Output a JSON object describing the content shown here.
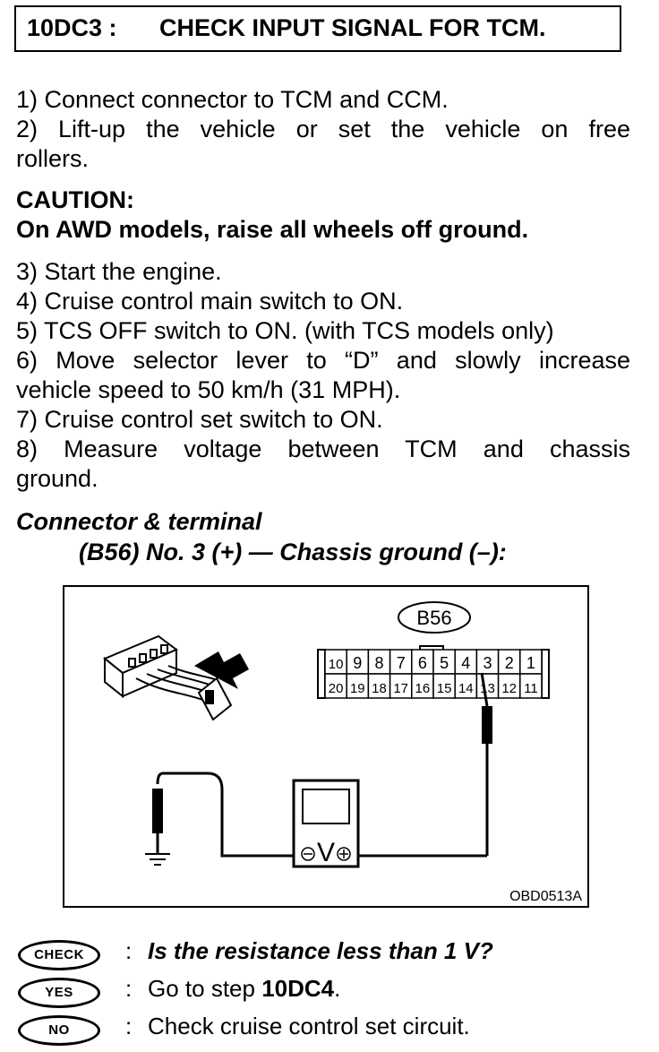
{
  "header": {
    "code": "10DC3 :",
    "title": "CHECK INPUT SIGNAL FOR TCM."
  },
  "steps": {
    "s1": "1)  Connect connector to TCM and CCM.",
    "s2a": "2)  Lift-up the vehicle or set the vehicle on free",
    "s2b": "rollers.",
    "s3": "3)  Start the engine.",
    "s4": "4)  Cruise control main switch to ON.",
    "s5": "5)  TCS OFF switch to ON. (with TCS models only)",
    "s6a": "6)  Move selector lever to “D” and slowly increase",
    "s6b": "vehicle speed to 50 km/h (31 MPH).",
    "s7": "7)  Cruise control set switch to ON.",
    "s8a": "8)  Measure voltage between TCM and chassis",
    "s8b": "ground."
  },
  "caution": {
    "label": "CAUTION:",
    "text": "On AWD models, raise all wheels off ground."
  },
  "connector": {
    "title": "Connector & terminal",
    "spec": "(B56) No. 3 (+) — Chassis ground (–):"
  },
  "diagram": {
    "connector_label": "B56",
    "top_row": [
      "10",
      "9",
      "8",
      "7",
      "6",
      "5",
      "4",
      "3",
      "2",
      "1"
    ],
    "bottom_row": [
      "20",
      "19",
      "18",
      "17",
      "16",
      "15",
      "14",
      "13",
      "12",
      "11"
    ],
    "meter_symbol": "V",
    "figure_code": "OBD0513A"
  },
  "results": {
    "check_badge": "CHECK",
    "check_text": "Is the resistance less than 1 V?",
    "yes_badge": "YES",
    "yes_prefix": "Go to step ",
    "yes_step": "10DC4",
    "yes_suffix": ".",
    "no_badge": "NO",
    "no_text": "Check cruise control set circuit.",
    "colon": ":"
  }
}
